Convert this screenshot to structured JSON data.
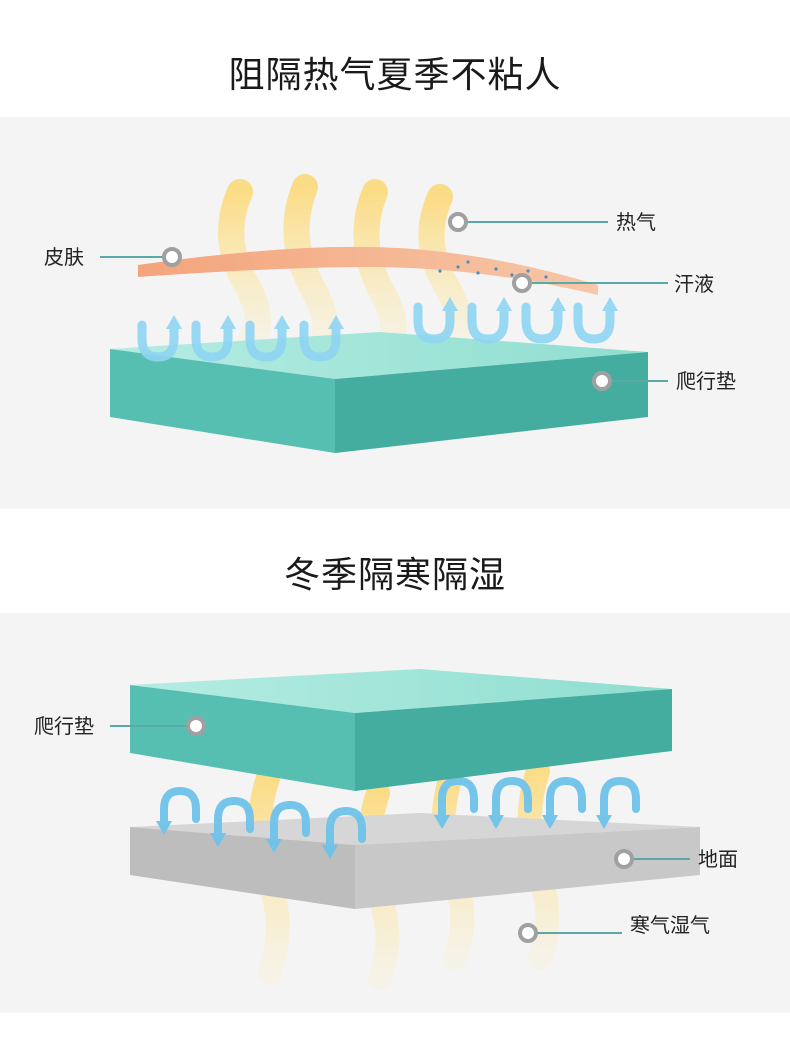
{
  "section_summer": {
    "title": "阻隔热气夏季不粘人",
    "labels": {
      "skin": "皮肤",
      "hot_air": "热气",
      "sweat": "汗液",
      "mat": "爬行垫"
    }
  },
  "section_winter": {
    "title": "冬季隔寒隔湿",
    "labels": {
      "mat": "爬行垫",
      "ground": "地面",
      "cold_moisture": "寒气湿气"
    }
  },
  "colors": {
    "panel_bg": "#f4f4f4",
    "mat_top": "#a8e8dc",
    "mat_front": "#56bfb2",
    "mat_side": "#3fa69a",
    "skin": "#f0a07a",
    "heat_arrow": "#fce9a8",
    "cool_arrow": "#8ed4f4",
    "ground_top": "#d2d2d2",
    "ground_front": "#b8b8b8",
    "leader_line": "#5aa8a8",
    "marker": "#a0a0a0"
  }
}
